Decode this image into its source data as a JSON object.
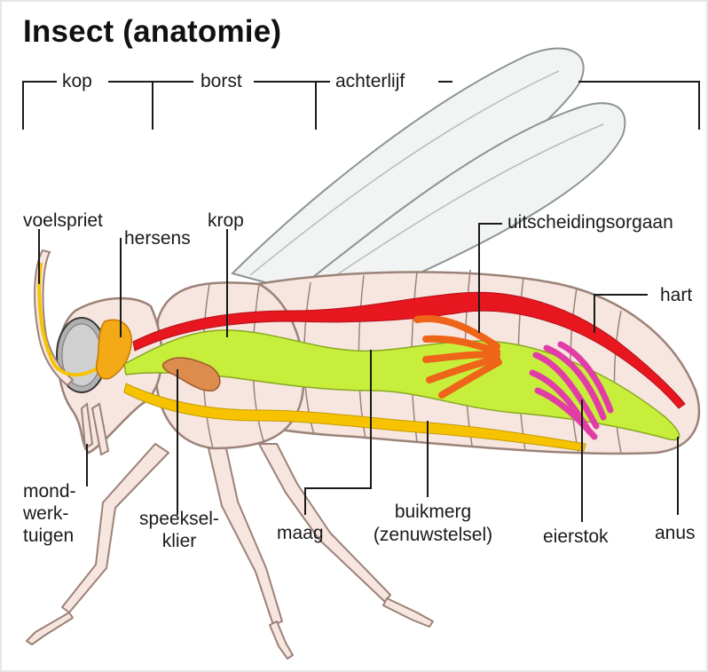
{
  "title": "Insect (anatomie)",
  "sections": {
    "head": "kop",
    "thorax": "borst",
    "abdomen": "achterlijf"
  },
  "labels": {
    "antenna": "voelspriet",
    "brain": "hersens",
    "crop": "krop",
    "excretory": "uitscheidingsorgaan",
    "heart": "hart",
    "mouthparts_1": "mond-",
    "mouthparts_2": "werk-",
    "mouthparts_3": "tuigen",
    "salivary_1": "speeksel-",
    "salivary_2": "klier",
    "stomach": "maag",
    "nerve_1": "buikmerg",
    "nerve_2": "(zenuwstelsel)",
    "ovary": "eierstok",
    "anus": "anus"
  },
  "colors": {
    "body": "#f6e6df",
    "body_outline": "#9c8278",
    "wing": "#f2f4f4",
    "wing_outline": "#8c9494",
    "heart_vessel": "#e8171f",
    "gut": "#c8ee3c",
    "nerve_cord": "#f7c300",
    "brain": "#f3aa16",
    "salivary_gland": "#dc8c4c",
    "excretory_organ": "#ee6418",
    "ovary": "#e23ca6",
    "eye": "#b0b0b0",
    "line": "#1a1a1a"
  }
}
